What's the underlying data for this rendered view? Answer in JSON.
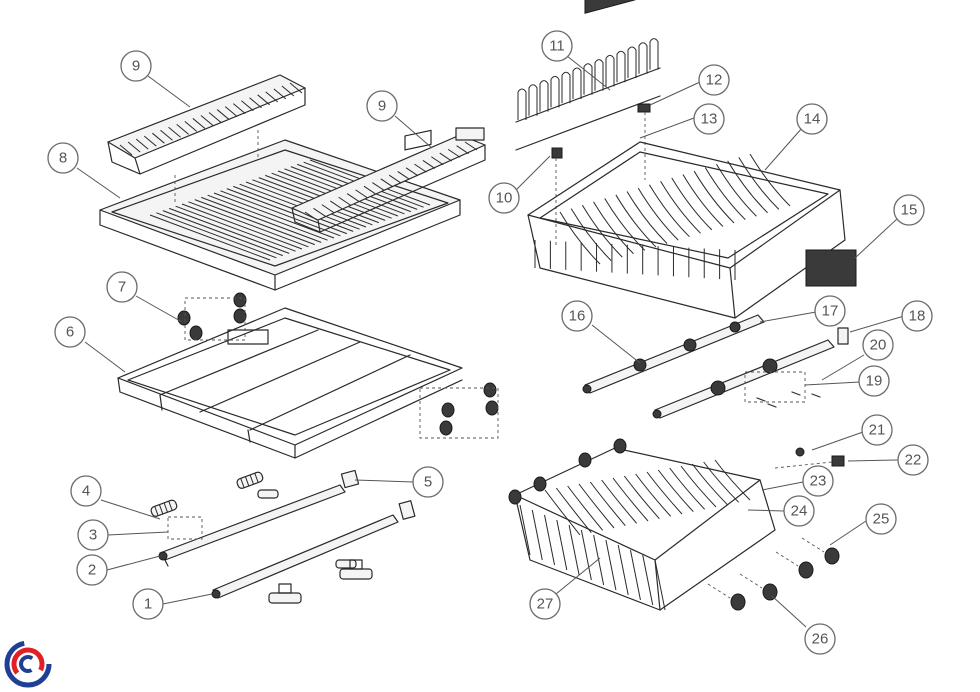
{
  "callouts": [
    {
      "label": "1"
    },
    {
      "label": "2"
    },
    {
      "label": "3"
    },
    {
      "label": "4"
    },
    {
      "label": "5"
    },
    {
      "label": "6"
    },
    {
      "label": "7"
    },
    {
      "label": "8"
    },
    {
      "label": "9"
    },
    {
      "label": "9"
    },
    {
      "label": "10"
    },
    {
      "label": "11"
    },
    {
      "label": "12"
    },
    {
      "label": "13"
    },
    {
      "label": "14"
    },
    {
      "label": "15"
    },
    {
      "label": "16"
    },
    {
      "label": "17"
    },
    {
      "label": "18"
    },
    {
      "label": "19"
    },
    {
      "label": "20"
    },
    {
      "label": "21"
    },
    {
      "label": "22"
    },
    {
      "label": "23"
    },
    {
      "label": "24"
    },
    {
      "label": "25"
    },
    {
      "label": "26"
    },
    {
      "label": "27"
    }
  ],
  "logo": {
    "icon": "brand-swirl-logo",
    "colors": [
      "#1f3f95",
      "#e21f26"
    ]
  }
}
